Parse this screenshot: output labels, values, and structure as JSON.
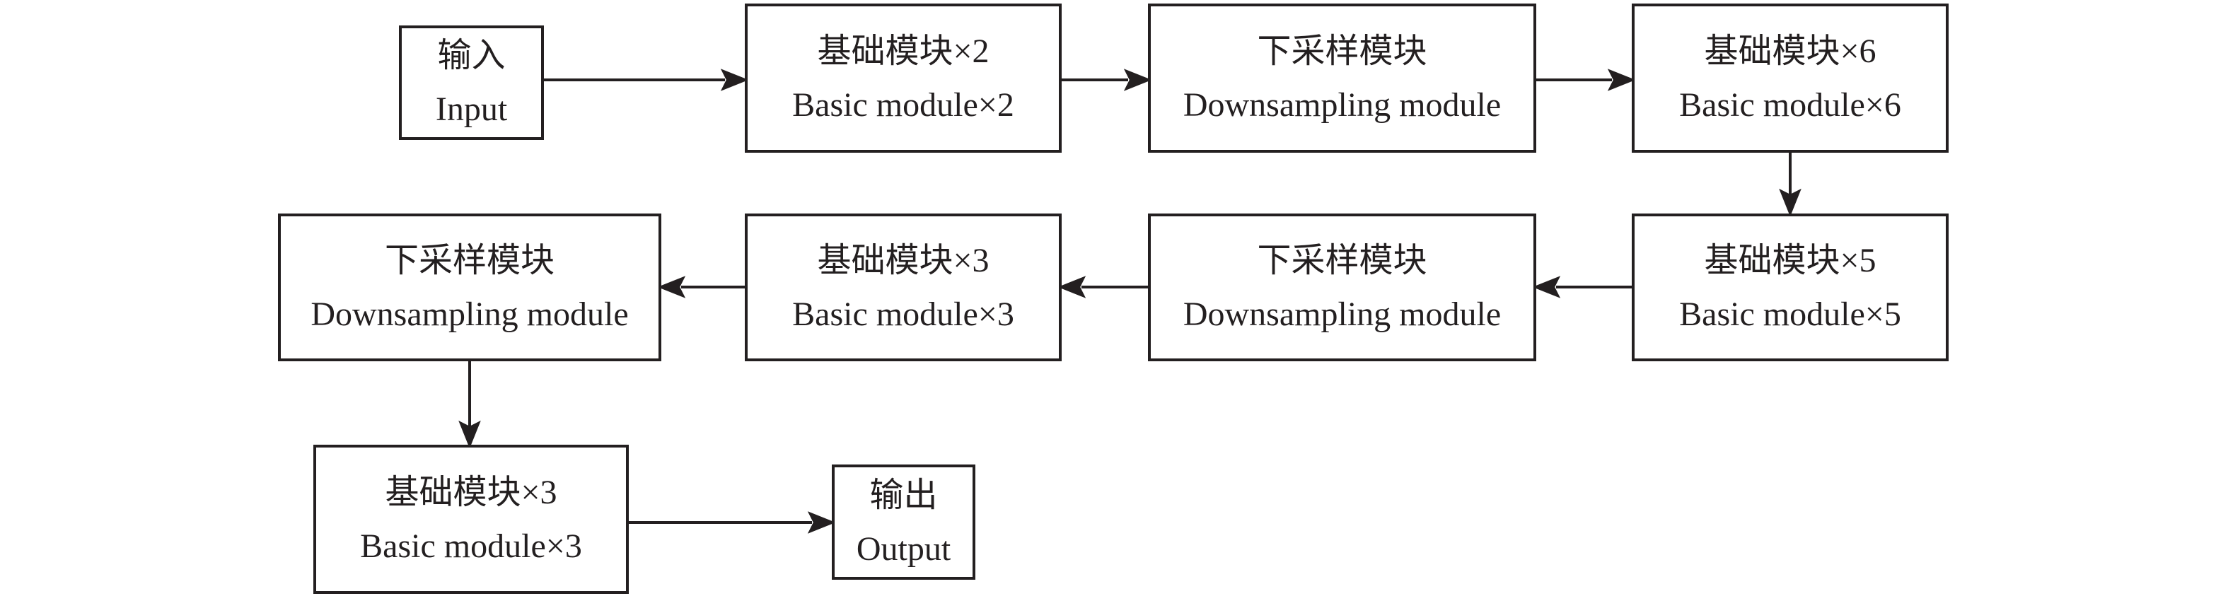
{
  "colors": {
    "ink": "#231f20",
    "background": "#ffffff"
  },
  "nodes": [
    {
      "id": "input",
      "zh": "输入",
      "en": "Input"
    },
    {
      "id": "basic2",
      "zh": "基础模块×2",
      "en": "Basic module×2"
    },
    {
      "id": "down1",
      "zh": "下采样模块",
      "en": "Downsampling module"
    },
    {
      "id": "basic6",
      "zh": "基础模块×6",
      "en": "Basic module×6"
    },
    {
      "id": "basic5",
      "zh": "基础模块×5",
      "en": "Basic module×5"
    },
    {
      "id": "down2",
      "zh": "下采样模块",
      "en": "Downsampling module"
    },
    {
      "id": "basic3a",
      "zh": "基础模块×3",
      "en": "Basic module×3"
    },
    {
      "id": "down3",
      "zh": "下采样模块",
      "en": "Downsampling module"
    },
    {
      "id": "basic3b",
      "zh": "基础模块×3",
      "en": "Basic module×3"
    },
    {
      "id": "output",
      "zh": "输出",
      "en": "Output"
    }
  ],
  "edges": [
    {
      "from": "input",
      "to": "basic2",
      "direction": "right"
    },
    {
      "from": "basic2",
      "to": "down1",
      "direction": "right"
    },
    {
      "from": "down1",
      "to": "basic6",
      "direction": "right"
    },
    {
      "from": "basic6",
      "to": "basic5",
      "direction": "down"
    },
    {
      "from": "basic5",
      "to": "down3",
      "direction": "left"
    },
    {
      "from": "down3",
      "to": "basic3a",
      "direction": "left"
    },
    {
      "from": "basic3a",
      "to": "down2",
      "direction": "left"
    },
    {
      "from": "down2",
      "to": "basic3b",
      "direction": "down"
    },
    {
      "from": "basic3b",
      "to": "output",
      "direction": "right"
    }
  ]
}
